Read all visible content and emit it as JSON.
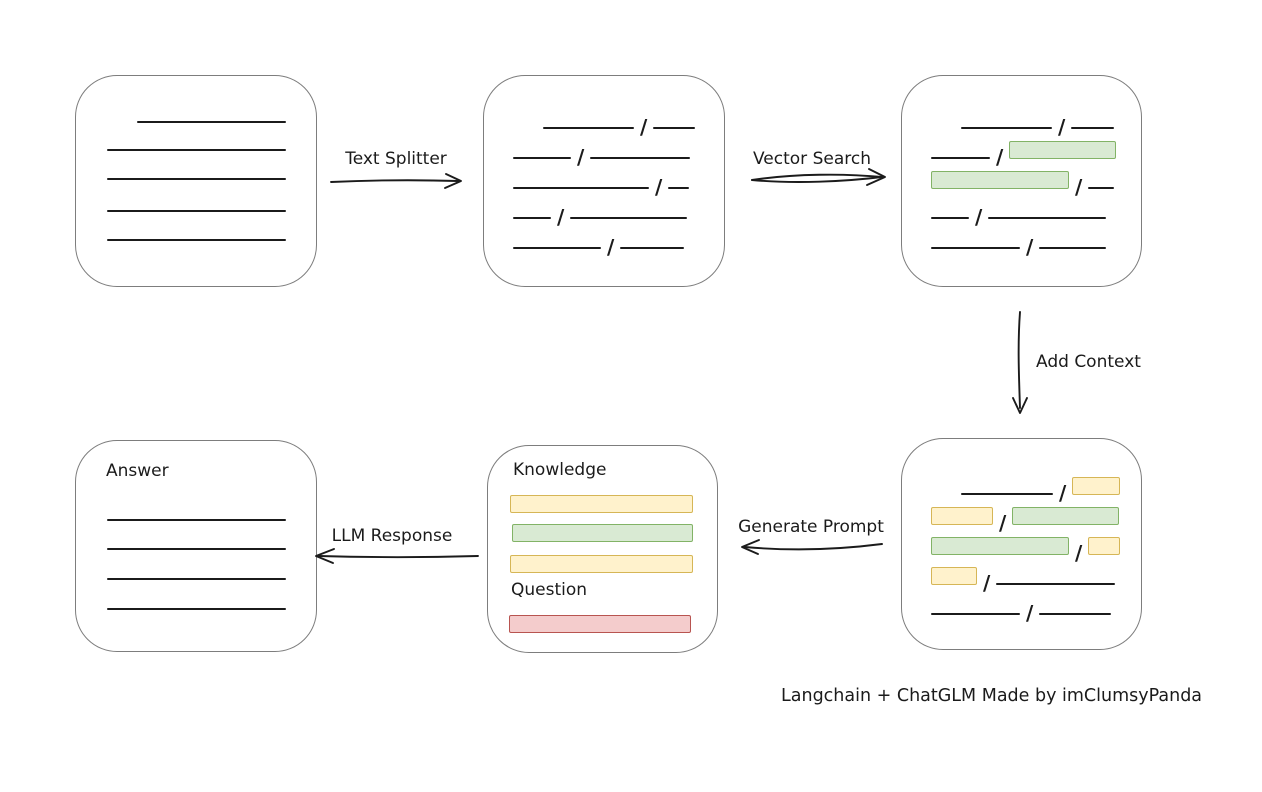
{
  "colors": {
    "ink": "#1b1b1b",
    "box_border": "#7d7d7d",
    "green_fill": "#d9ead3",
    "green_stroke": "#82b366",
    "yellow_fill": "#fff2cc",
    "yellow_stroke": "#d6b656",
    "red_fill": "#f4cccc",
    "red_stroke": "#b85450"
  },
  "arrows": {
    "text_splitter": {
      "label": "Text Splitter",
      "direction": "right"
    },
    "vector_search": {
      "label": "Vector Search",
      "direction": "right"
    },
    "add_context": {
      "label": "Add Context",
      "direction": "down"
    },
    "generate_prompt": {
      "label": "Generate Prompt",
      "direction": "left"
    },
    "llm_response": {
      "label": "LLM Response",
      "direction": "left"
    }
  },
  "boxes": {
    "document": {
      "lines": 5
    },
    "split_chunks": {
      "rows": [
        [
          "line",
          "line"
        ],
        [
          "line",
          "line"
        ],
        [
          "line",
          "line"
        ],
        [
          "line",
          "line"
        ],
        [
          "line",
          "line"
        ]
      ]
    },
    "retrieved_chunks": {
      "rows": [
        [
          "line",
          "line"
        ],
        [
          "line",
          "green"
        ],
        [
          "green",
          "line"
        ],
        [
          "line",
          "line"
        ],
        [
          "line",
          "line"
        ]
      ]
    },
    "context_chunks": {
      "rows": [
        [
          "line",
          "yellow"
        ],
        [
          "yellow",
          "green"
        ],
        [
          "green",
          "yellow"
        ],
        [
          "yellow",
          "line"
        ],
        [
          "line",
          "line"
        ]
      ]
    },
    "prompt": {
      "knowledge_label": "Knowledge",
      "question_label": "Question",
      "bars": [
        "yellow",
        "green",
        "yellow",
        "red"
      ]
    },
    "answer": {
      "label": "Answer",
      "lines": 4
    }
  },
  "caption": "Langchain + ChatGLM Made by imClumsyPanda"
}
